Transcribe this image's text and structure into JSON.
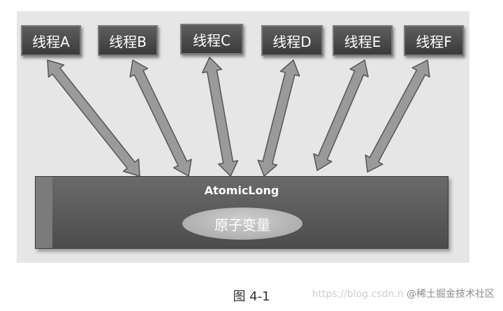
{
  "threads": [
    {
      "label": "线程A"
    },
    {
      "label": "线程B"
    },
    {
      "label": "线程C"
    },
    {
      "label": "线程D"
    },
    {
      "label": "线程E"
    },
    {
      "label": "线程F"
    }
  ],
  "atomic": {
    "title": "AtomicLong",
    "variable": "原子变量"
  },
  "caption": "图 4-1",
  "watermark": {
    "url": "https://blog.csdn.n",
    "brand": "@稀土掘金技术社区"
  },
  "colors": {
    "arrow_fill": "#9a9a9a",
    "arrow_stroke": "#555555",
    "box_fill": "#4a4a4a",
    "panel_bg": "#e6e6e6"
  }
}
